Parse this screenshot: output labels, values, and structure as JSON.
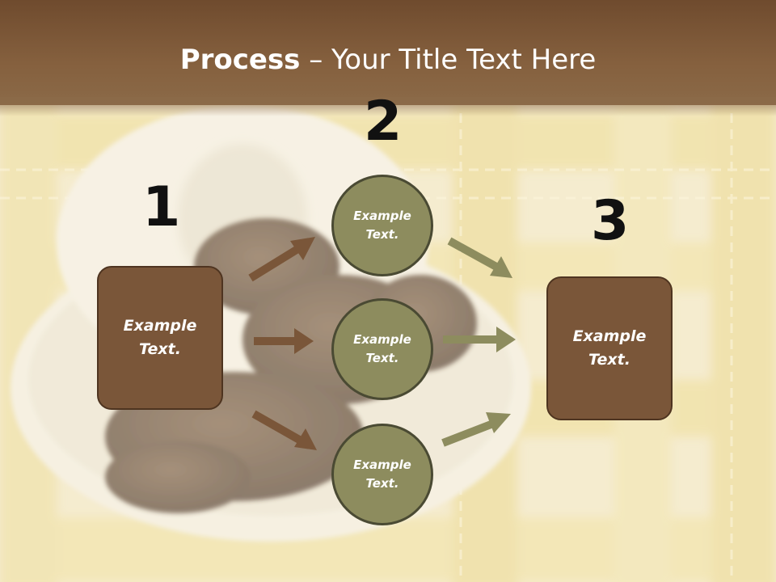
{
  "title": {
    "bold": "Process",
    "rest": " – Your Title Text Here"
  },
  "steps": [
    {
      "number": "1",
      "label": "Example Text."
    },
    {
      "number": "2",
      "labels": [
        "Example Text.",
        "Example Text.",
        "Example Text."
      ]
    },
    {
      "number": "3",
      "label": "Example Text."
    }
  ],
  "colors": {
    "title_bar": "#85603e",
    "box_fill": "#7a5639",
    "circle_fill": "#8d8c5e",
    "arrow_brown": "#7a5639",
    "arrow_olive": "#8d8c5e"
  }
}
